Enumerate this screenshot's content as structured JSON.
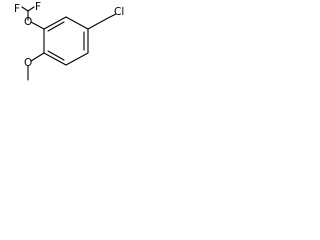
{
  "molecule": {
    "atoms": {
      "f_top": "F",
      "f_left": "F",
      "o_ether_top": "O",
      "o_methoxy": "O",
      "cl": "Cl"
    }
  },
  "colors": {
    "background": "#ffffff",
    "bond": "#000000",
    "text": "#000000"
  }
}
